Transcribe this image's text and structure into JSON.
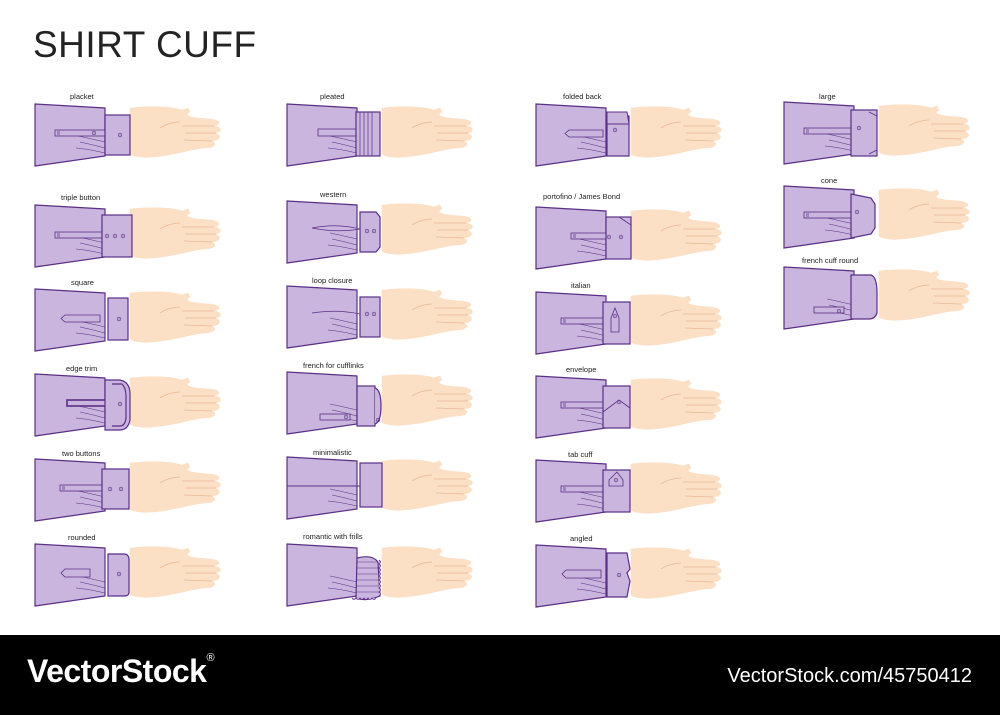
{
  "title": "SHIRT CUFF",
  "colors": {
    "sleeve_fill": "#c9b5dd",
    "sleeve_stroke": "#5b2f86",
    "skin": "#fbe0c6",
    "skin_line": "#e9b896",
    "footer_bg": "#000000"
  },
  "items": [
    {
      "label": "placket",
      "style": "placket"
    },
    {
      "label": "triple button",
      "style": "triple"
    },
    {
      "label": "square",
      "style": "square"
    },
    {
      "label": "edge trim",
      "style": "edgetrim"
    },
    {
      "label": "two buttons",
      "style": "twobtn"
    },
    {
      "label": "rounded",
      "style": "rounded"
    },
    {
      "label": "pleated",
      "style": "pleated"
    },
    {
      "label": "western",
      "style": "western"
    },
    {
      "label": "loop closure",
      "style": "loop"
    },
    {
      "label": "french for cufflinks",
      "style": "french"
    },
    {
      "label": "minimalistic",
      "style": "minimal"
    },
    {
      "label": "romantic with frills",
      "style": "frills"
    },
    {
      "label": "folded back",
      "style": "folded"
    },
    {
      "label": "portofino / James Bond",
      "style": "portofino"
    },
    {
      "label": "italian",
      "style": "italian"
    },
    {
      "label": "envelope",
      "style": "envelope"
    },
    {
      "label": "tab cuff",
      "style": "tab"
    },
    {
      "label": "angled",
      "style": "angled"
    },
    {
      "label": "large",
      "style": "large"
    },
    {
      "label": "cone",
      "style": "cone"
    },
    {
      "label": "french cuff round",
      "style": "frenchround"
    }
  ],
  "footer": {
    "brand": "VectorStock",
    "brand_mark": "®",
    "stock_id": "VectorStock.com/45750412"
  }
}
